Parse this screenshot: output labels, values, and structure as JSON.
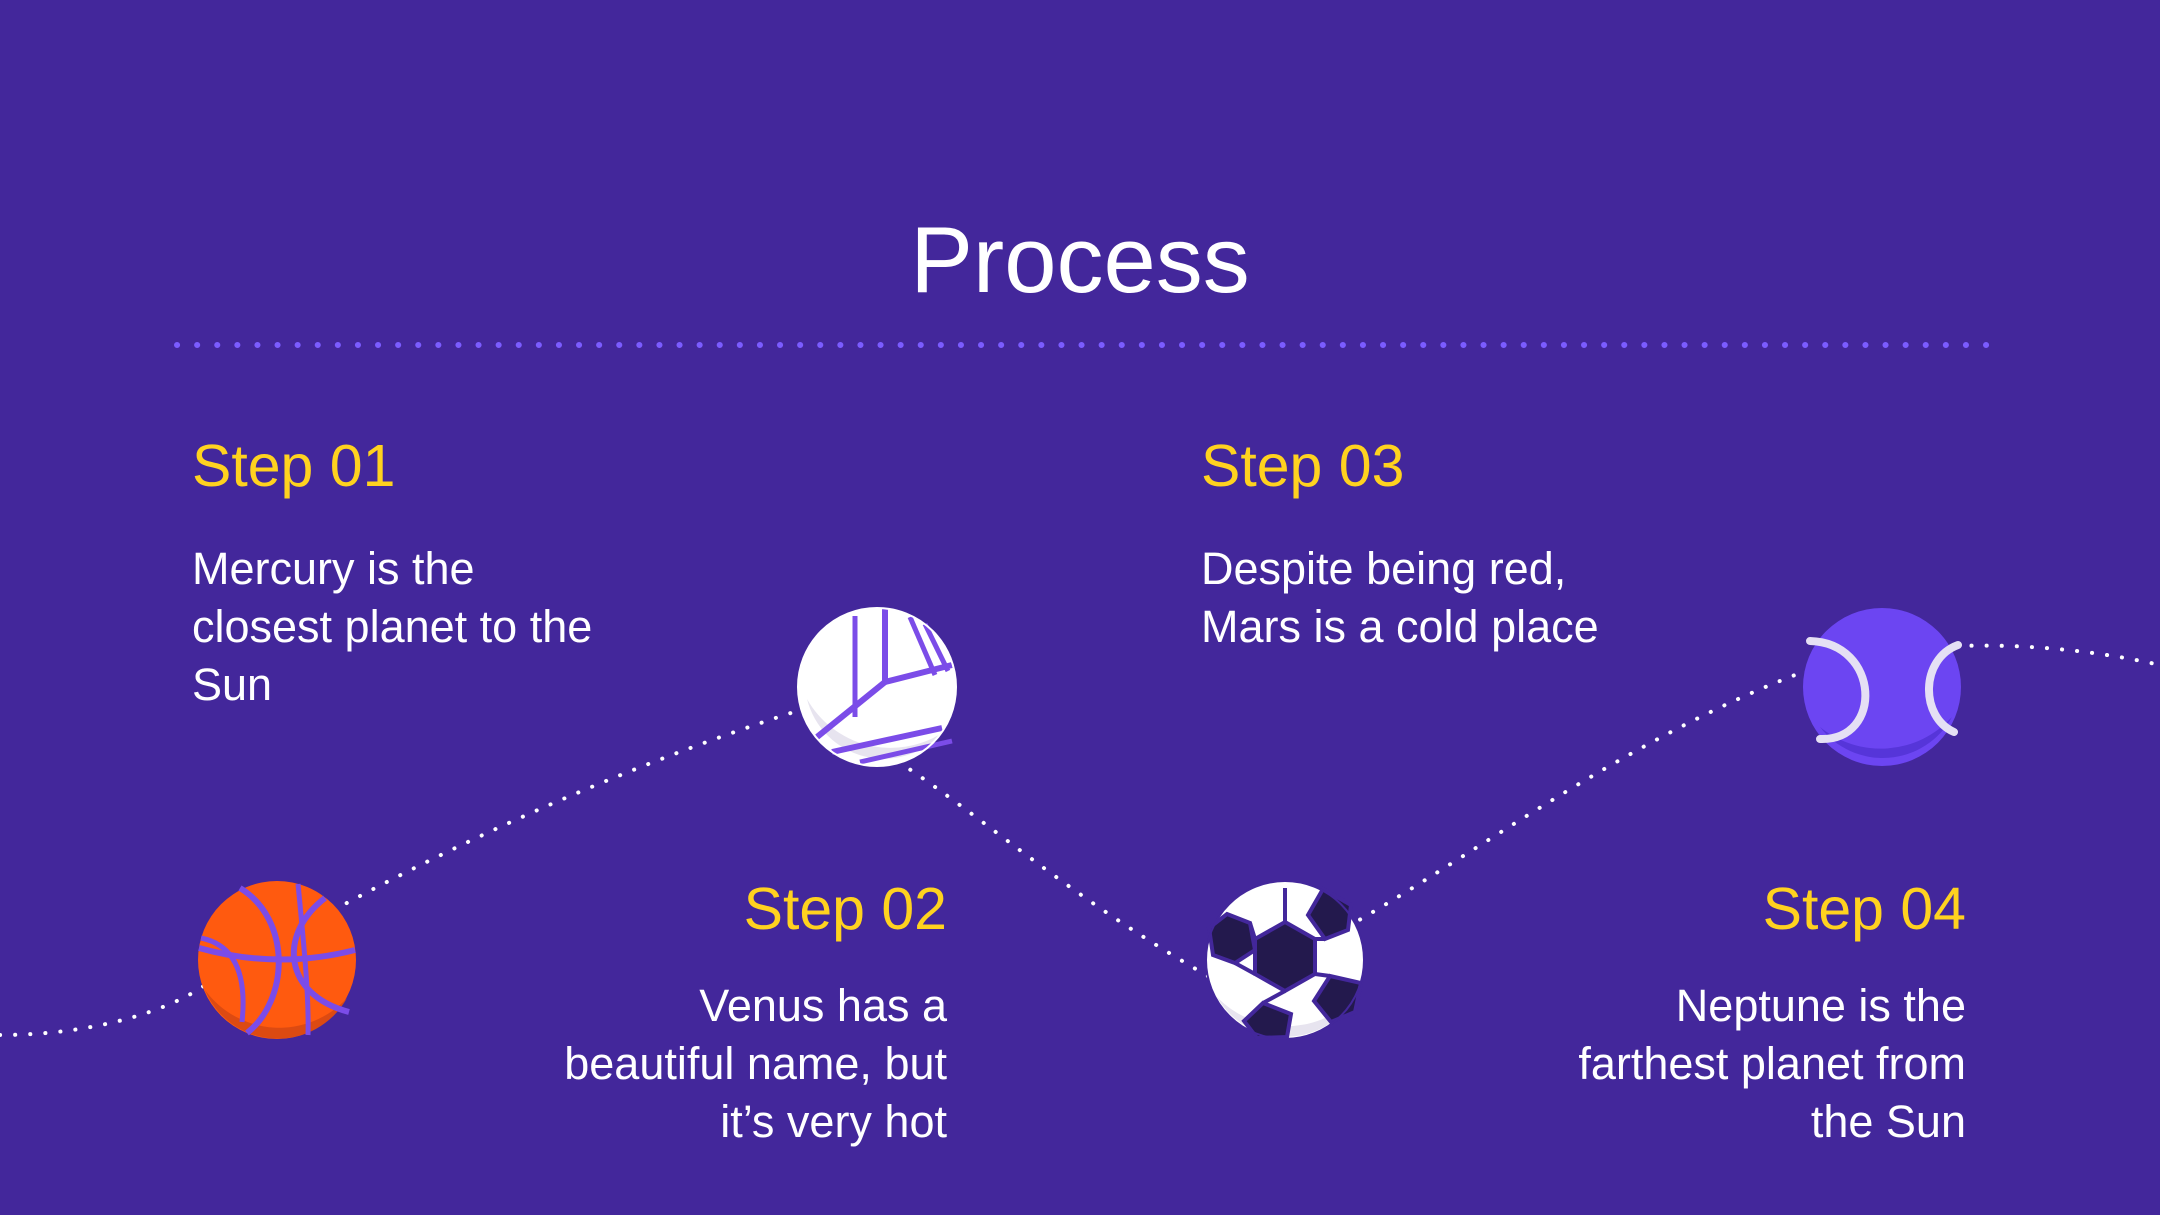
{
  "title": "Process",
  "colors": {
    "background": "#43279b",
    "accent_yellow": "#ffd21f",
    "divider_purple": "#7b5cff",
    "basketball": "#ff5a0f",
    "tennis_ball": "#6c45f2",
    "soccer_dark": "#23194d"
  },
  "steps": [
    {
      "title": "Step 01",
      "text": "Mercury is the\nclosest planet to the\nSun",
      "icon": "basketball-icon"
    },
    {
      "title": "Step 02",
      "text": "Venus has a\nbeautiful name, but\nit’s very hot",
      "icon": "volleyball-icon"
    },
    {
      "title": "Step 03",
      "text": "Despite being red,\nMars is a cold place",
      "icon": "soccer-ball-icon"
    },
    {
      "title": "Step 04",
      "text": "Neptune is the\nfarthest planet from\nthe Sun",
      "icon": "tennis-ball-icon"
    }
  ]
}
